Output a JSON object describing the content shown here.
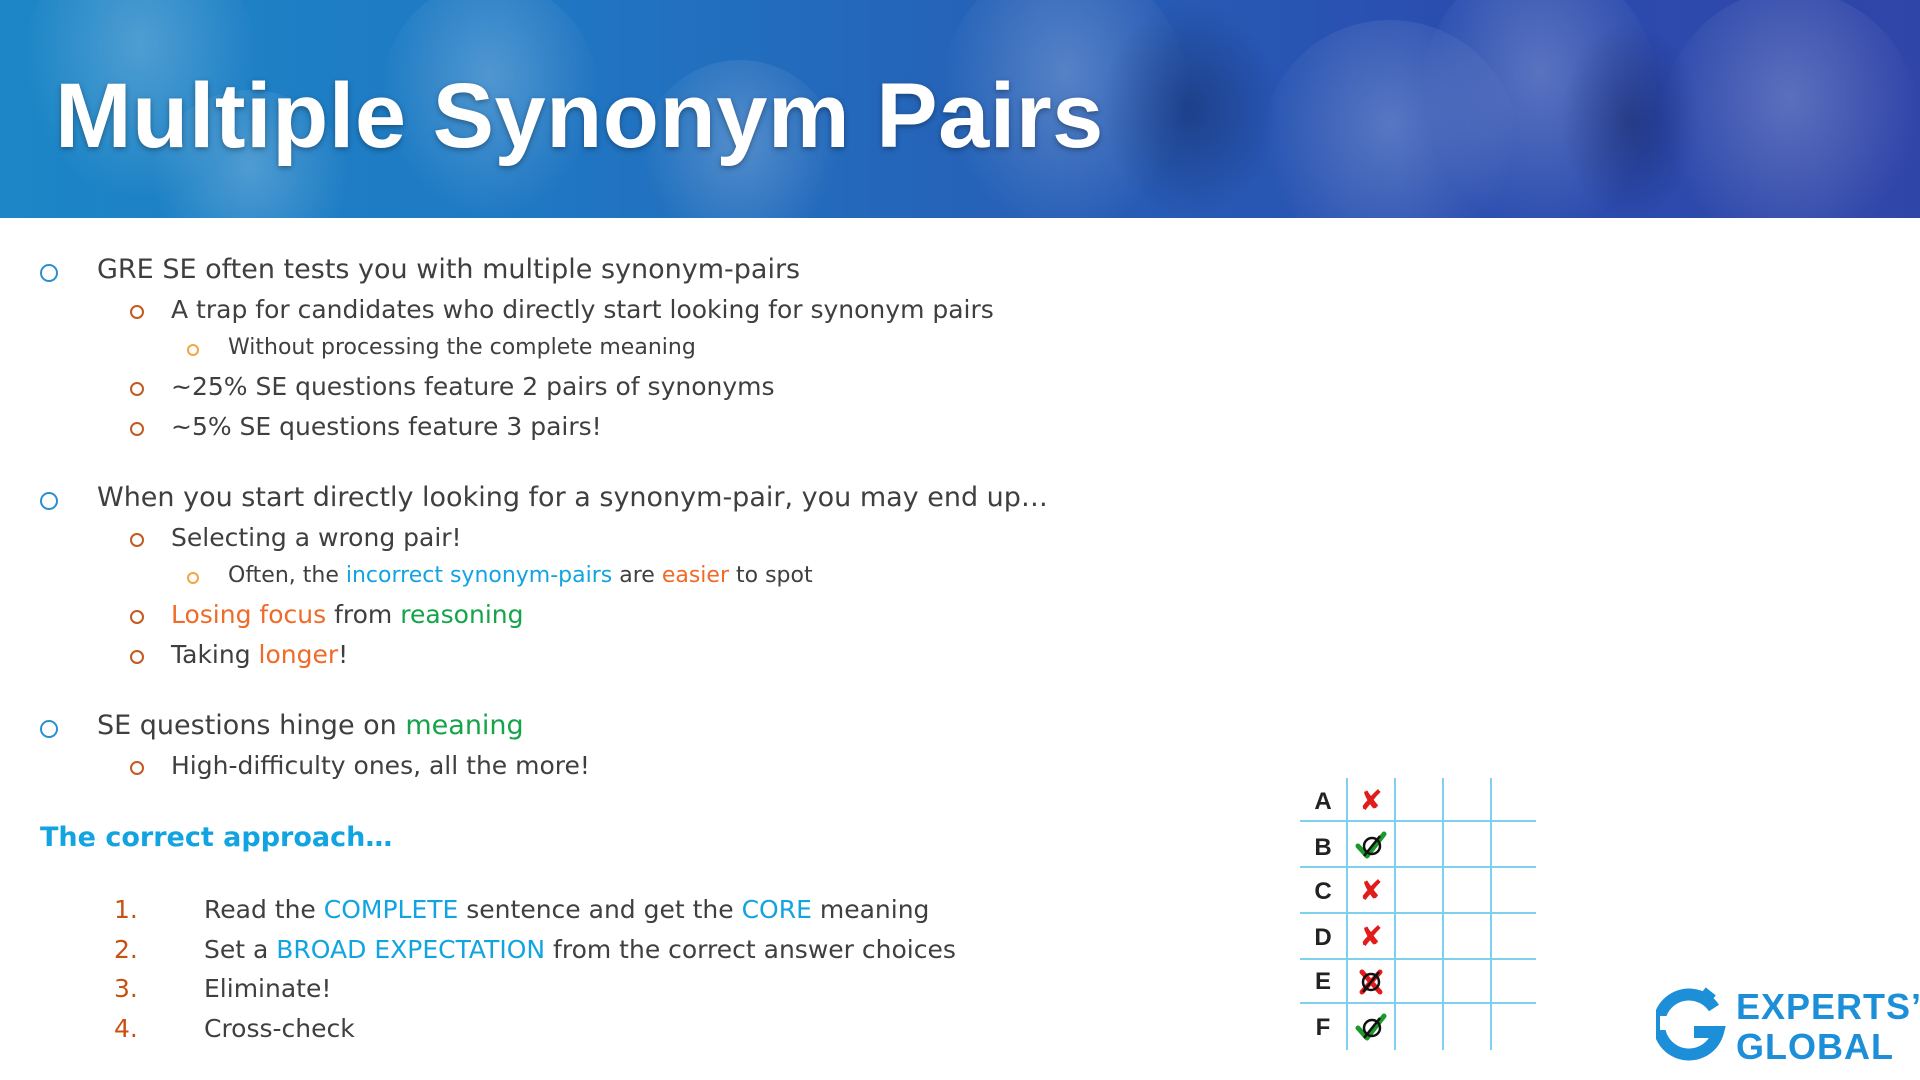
{
  "title": "Multiple Synonym Pairs",
  "bullets": {
    "b1": "GRE SE often tests you with multiple synonym-pairs",
    "b1_1": "A trap for candidates who directly start looking for synonym pairs",
    "b1_1_1": "Without processing the complete meaning",
    "b1_2": "~25% SE questions feature 2 pairs of synonyms",
    "b1_3": "~5% SE questions feature 3 pairs!",
    "b2": "When you start directly looking for a synonym-pair, you may end up…",
    "b2_1": "Selecting a wrong pair!",
    "b2_1_1": {
      "a": "Often, the ",
      "b": "incorrect synonym-pairs",
      "c": " are ",
      "d": "easier",
      "e": " to spot"
    },
    "b2_2": {
      "a": "Losing focus",
      "b": " from ",
      "c": "reasoning"
    },
    "b2_3": {
      "a": "Taking ",
      "b": "longer",
      "c": "!"
    },
    "b3": {
      "a": "SE questions hinge on ",
      "b": "meaning"
    },
    "b3_1": "High-difficulty ones, all the more!"
  },
  "approach_heading": "The correct approach…",
  "steps": [
    {
      "num": "1.",
      "a": "Read the ",
      "b": "COMPLETE",
      "c": " sentence and get the ",
      "d": "CORE",
      "e": " meaning"
    },
    {
      "num": "2.",
      "a": "Set a ",
      "b": "BROAD EXPECTATION",
      "c": " from the correct answer choices"
    },
    {
      "num": "3.",
      "text": "Eliminate!"
    },
    {
      "num": "4.",
      "text": "Cross-check"
    }
  ],
  "answer_grid": {
    "letters": [
      "A",
      "B",
      "C",
      "D",
      "E",
      "F"
    ],
    "marks": [
      "cross",
      "check-struck",
      "cross",
      "cross",
      "cross-struck",
      "check-struck"
    ]
  },
  "logo": {
    "line1": "EXPERTS’",
    "line2": "GLOBAL"
  },
  "colors": {
    "accent_blue": "#12a4e0",
    "accent_orange": "#f06a28",
    "accent_green": "#16a44a",
    "number_orange": "#c85010"
  }
}
